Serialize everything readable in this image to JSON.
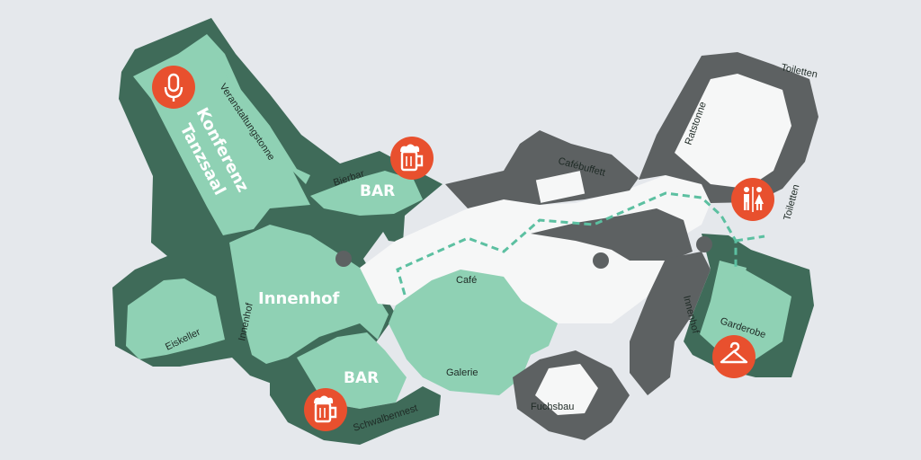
{
  "map": {
    "colors": {
      "background": "#e5e8ec",
      "mint_room": "#8fd1b4",
      "dark_green_wall": "#3f6b59",
      "grey_wall": "#5d6162",
      "corridor": "#f6f7f7",
      "route": "#5cc0a1",
      "marker": "#e8502e"
    },
    "labels": {
      "konferenz": "Konferenz",
      "tanzsaal": "Tanzsaal",
      "veranstaltungstonne": "Veranstaltungstonne",
      "bierbar": "Bierbar",
      "bar_top": "BAR",
      "innenhof_big": "Innenhof",
      "innenhof_left": "Innenhof",
      "innenhof_right": "Innenhof",
      "eiskeller": "Eiskeller",
      "cafe": "Café",
      "galerie": "Galerie",
      "bar_bottom": "BAR",
      "schwalbennest": "Schwalbennest",
      "fuchsbau": "Fuchsbau",
      "cafebuffett": "Cafébuffett",
      "ratstonne": "Ratstonne",
      "toiletten_top": "Toiletten",
      "toiletten_right": "Toiletten",
      "garderobe": "Garderobe"
    },
    "markers": {
      "stage": "microphone-icon",
      "bar_top": "beer-mug-icon",
      "bar_bottom": "beer-mug-icon",
      "toilets": "restroom-icon",
      "cloakroom": "coat-hanger-icon"
    }
  }
}
